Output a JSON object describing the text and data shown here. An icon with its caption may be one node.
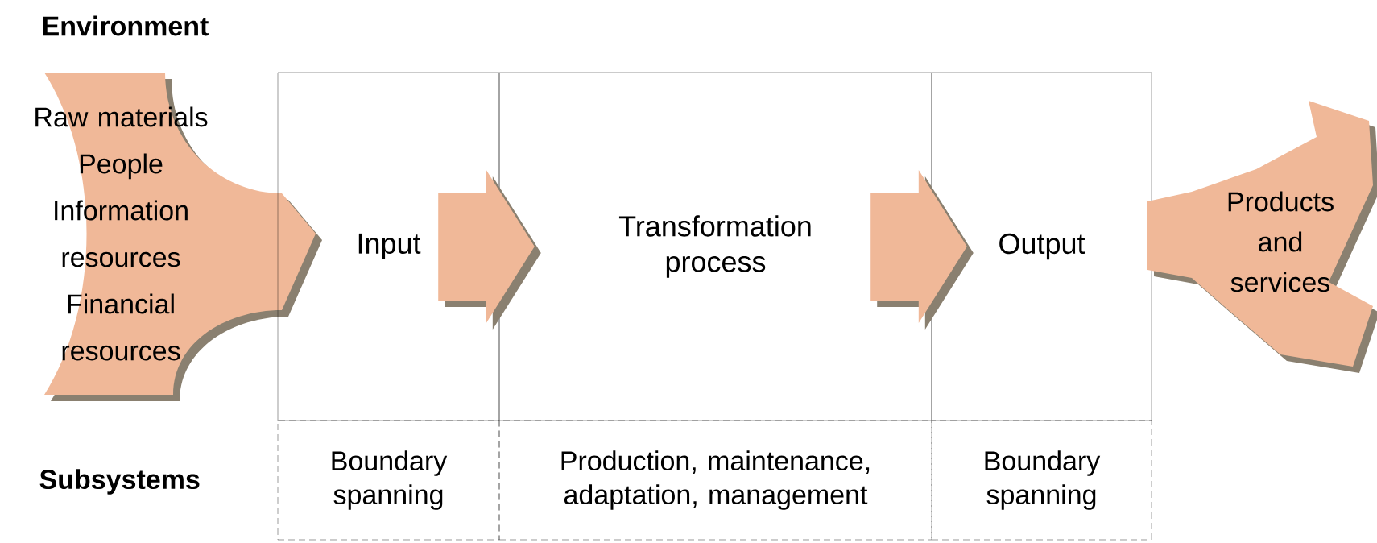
{
  "diagram": {
    "title": "Environment",
    "nodes": [
      {
        "text": [
          "Raw materials",
          "People",
          "Information resources",
          "Financial resources"
        ]
      },
      {
        "text": [
          "Input"
        ]
      },
      {
        "text": [
          "Transformation process"
        ]
      },
      {
        "text": [
          "Output"
        ]
      },
      {
        "text": [
          "Products and services"
        ]
      },
      {
        "text": [
          "Boundary spanning"
        ]
      },
      {
        "text": [
          "Production, maintenance, adaptation, management"
        ]
      },
      {
        "text": [
          "Boundary spanning"
        ]
      }
    ],
    "edges": [
      {
        "from": 1,
        "to": 2,
        "arrow": "to"
      },
      {
        "from": 2,
        "to": 3,
        "arrow": "to"
      }
    ],
    "labels": [
      "Subsystems"
    ]
  }
}
